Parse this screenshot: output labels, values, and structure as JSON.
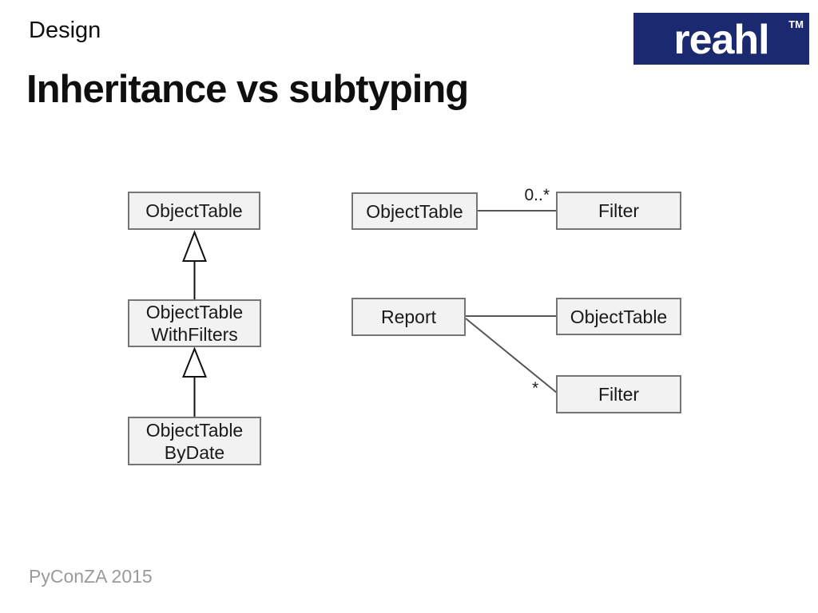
{
  "slide": {
    "category": "Design",
    "title": "Inheritance vs subtyping",
    "footer": "PyConZA 2015"
  },
  "logo": {
    "text": "reahl",
    "trademark": "TM",
    "background_color": "#1b2a70",
    "text_color": "#ffffff"
  },
  "diagram": {
    "inheritance_hierarchy": {
      "boxes": [
        {
          "label": "ObjectTable"
        },
        {
          "label": "ObjectTable\nWithFilters"
        },
        {
          "label": "ObjectTable\nByDate"
        }
      ],
      "arrow_style": "hollow-triangle-generalization"
    },
    "composition": {
      "row1": {
        "left_box": "ObjectTable",
        "right_box": "Filter",
        "multiplicity": "0..*"
      },
      "row2": {
        "left_box": "Report",
        "right_top_box": "ObjectTable",
        "right_bottom_box": "Filter",
        "multiplicity": "*"
      }
    },
    "colors": {
      "box_fill": "#f2f2f2",
      "box_border": "#757575",
      "association_line": "#555555",
      "inheritance_line": "#111111",
      "footer_text": "#9a9a9a"
    }
  }
}
